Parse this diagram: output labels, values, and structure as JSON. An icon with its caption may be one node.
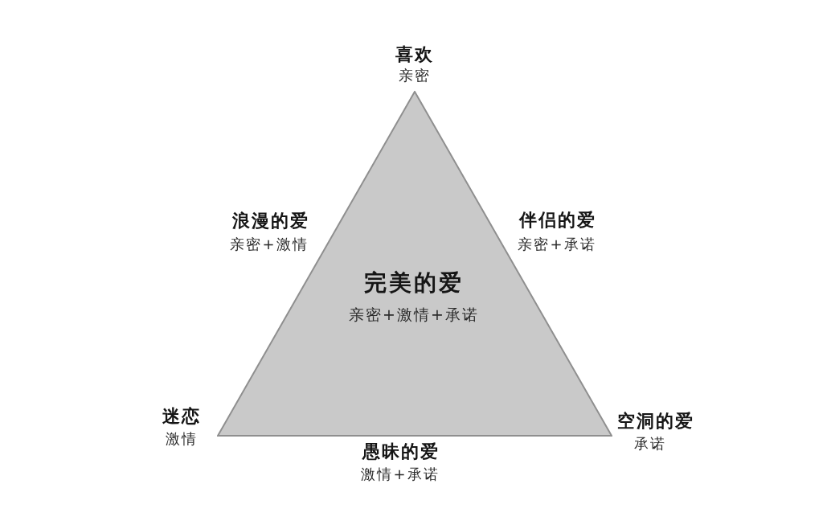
{
  "diagram": {
    "nodes": [
      {
        "text": [
          "完美的爱",
          "亲密+激情+承诺"
        ]
      }
    ],
    "labels": [
      "喜欢",
      "亲密",
      "浪漫的爱",
      "亲密+激情",
      "伴侣的爱",
      "亲密+承诺",
      "迷恋",
      "激情",
      "空洞的爱",
      "承诺",
      "愚昧的爱",
      "激情+承诺"
    ]
  }
}
